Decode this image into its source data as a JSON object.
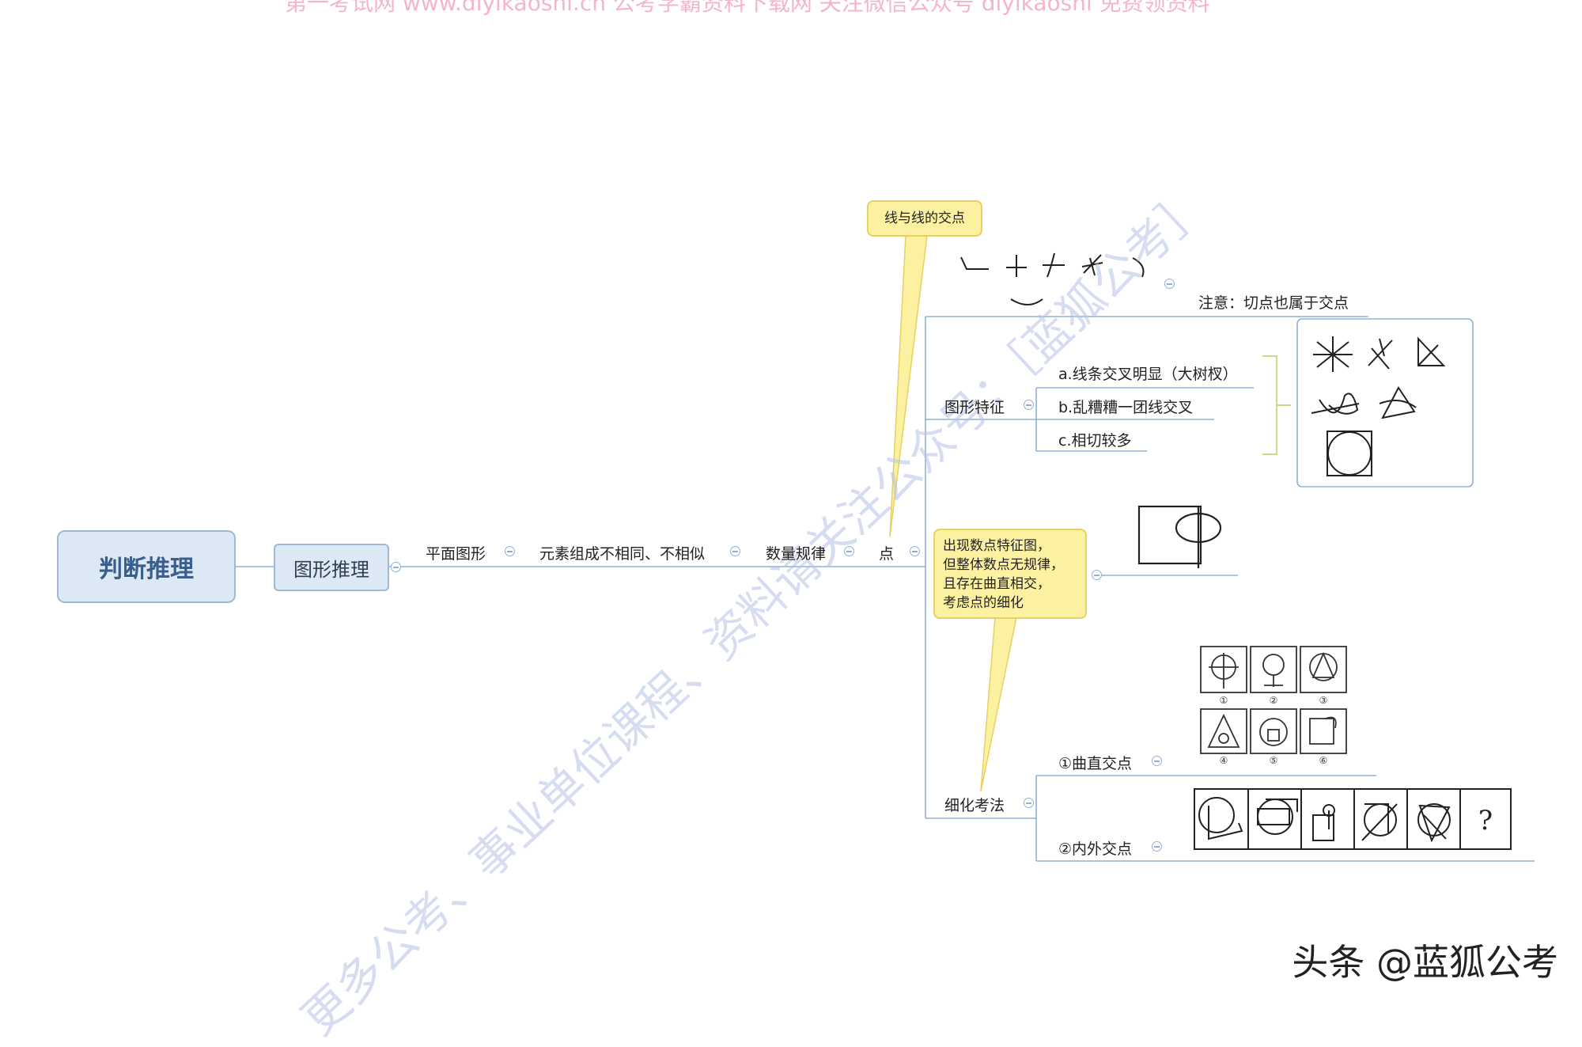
{
  "root": {
    "label": "判断推理"
  },
  "level1": {
    "label": "图形推理"
  },
  "branches": {
    "plane": "平面图形",
    "element": "元素组成不相同、不相似",
    "quantity": "数量规律",
    "point": "点"
  },
  "point_children": {
    "intersection_note": "线与线的交点",
    "tangent_note": "注意：切点也属于交点",
    "feature_title": "图形特征",
    "features": [
      "a.线条交叉明显（大树杈）",
      "b.乱糟糟一团线交叉",
      "c.相切较多"
    ],
    "refine_note": [
      "出现数点特征图，",
      "但整体数点无规律，",
      "且存在曲直相交，",
      "考虑点的细化"
    ],
    "refine_title": "细化考法",
    "refine_items": [
      "①曲直交点",
      "②内外交点"
    ],
    "grid_numbers": [
      "①",
      "②",
      "③",
      "④",
      "⑤",
      "⑥"
    ],
    "question_mark": "?"
  },
  "watermarks": {
    "diagonal_1": "更多公考、事业单位课程、资料请关注公众号：［蓝狐公考］",
    "top_line": "第一考试网 www.diyikaoshi.cn 公考学霸资料下载网 关注微信公众号 diyikaoshi 免费领资料"
  },
  "footer": {
    "credit": "头条 @蓝狐公考"
  },
  "colors": {
    "line": "#8fb0d5",
    "node_fill": "#dde8f5",
    "node_border": "#9fb8d6",
    "note_fill": "#fcf1a0",
    "bracket": "#c8d98a"
  }
}
